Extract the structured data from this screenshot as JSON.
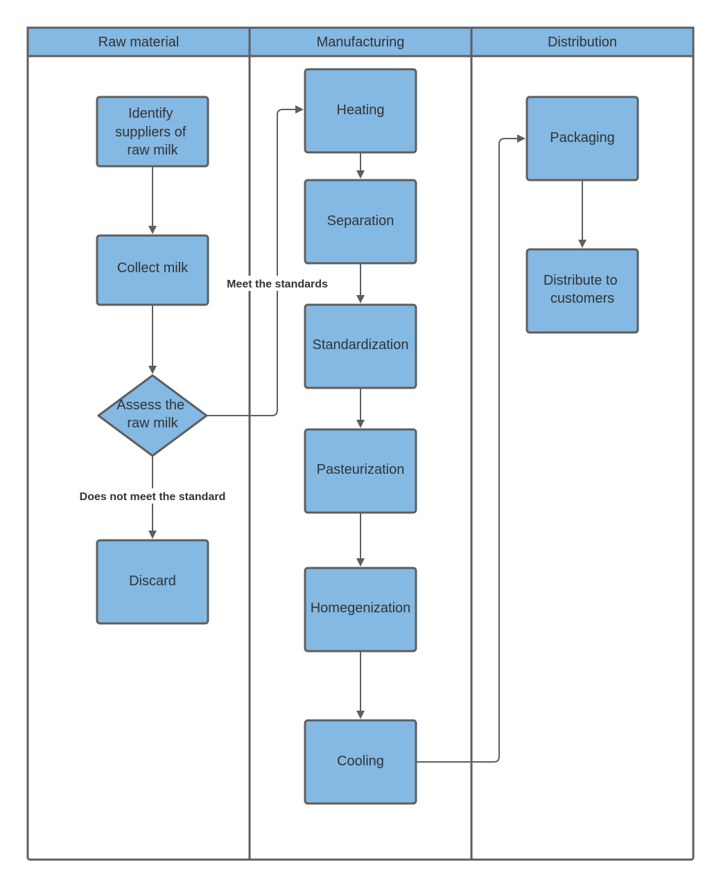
{
  "lanes": [
    {
      "title": "Raw material"
    },
    {
      "title": "Manufacturing"
    },
    {
      "title": "Distribution"
    }
  ],
  "nodes": {
    "identify": [
      "Identify",
      "suppliers of",
      "raw milk"
    ],
    "collect": [
      "Collect milk"
    ],
    "assess": [
      "Assess the",
      "raw milk"
    ],
    "discard": [
      "Discard"
    ],
    "heating": [
      "Heating"
    ],
    "separation": [
      "Separation"
    ],
    "standardization": [
      "Standardization"
    ],
    "pasteurization": [
      "Pasteurization"
    ],
    "homogenization": [
      "Homegenization"
    ],
    "cooling": [
      "Cooling"
    ],
    "packaging": [
      "Packaging"
    ],
    "distribute": [
      "Distribute to",
      "customers"
    ]
  },
  "edge_labels": {
    "meets": "Meet the standards",
    "not_meets": "Does not meet the standard"
  },
  "colors": {
    "fill": "#83b9e3",
    "stroke": "#5e5e5e",
    "text": "#333333"
  }
}
